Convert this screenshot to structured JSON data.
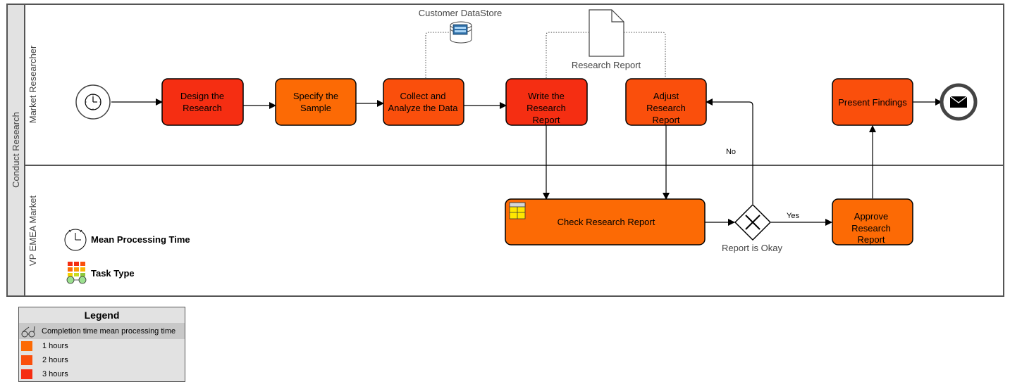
{
  "pool": {
    "label": "Conduct Research"
  },
  "lanes": [
    {
      "label": "Market Researcher"
    },
    {
      "label": "VP EMEA Market"
    }
  ],
  "tasks": {
    "design": {
      "line1": "Design the",
      "line2": "Research",
      "color": "#f52e12"
    },
    "specify": {
      "line1": "Specify the",
      "line2": "Sample",
      "color": "#fc6a05"
    },
    "collect": {
      "line1": "Collect and",
      "line2": "Analyze the Data",
      "color": "#fa4f0c"
    },
    "write": {
      "line1": "Write the",
      "line2": "Research",
      "line3": "Report",
      "color": "#f52e12"
    },
    "adjust": {
      "line1": "Adjust",
      "line2": "Research",
      "line3": "Report",
      "color": "#fa4f0c"
    },
    "present": {
      "line1": "Present Findings",
      "color": "#fa4f0c"
    },
    "check": {
      "line1": "Check Research Report",
      "color": "#fc6a05"
    },
    "approve": {
      "line1": "Approve",
      "line2": "Research",
      "line3": "Report",
      "color": "#fc6a05"
    }
  },
  "data_store": {
    "label": "Customer DataStore"
  },
  "data_object": {
    "label": "Research Report"
  },
  "gateway": {
    "label": "Report is Okay"
  },
  "flows": {
    "no_label": "No",
    "yes_label": "Yes"
  },
  "overlay_keys": {
    "mean_time": "Mean Processing  Time",
    "task_type": "Task Type"
  },
  "legend": {
    "title": "Legend",
    "header": "Completion time mean processing time",
    "items": [
      {
        "label": "1 hours",
        "color": "#fc6a05"
      },
      {
        "label": "2 hours",
        "color": "#fa4f0c"
      },
      {
        "label": "3 hours",
        "color": "#f52e12"
      }
    ]
  },
  "icons": {
    "start": "timer-start-event-icon",
    "end": "message-end-event-icon",
    "store": "database-icon",
    "doc": "document-icon",
    "gateway": "exclusive-gateway-icon",
    "user_task": "user-task-table-icon"
  }
}
